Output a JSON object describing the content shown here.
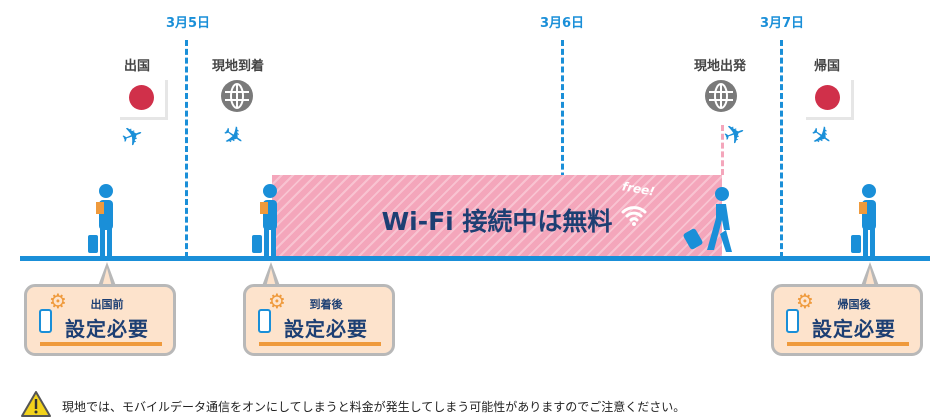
{
  "dates": [
    "3月5日",
    "3月6日",
    "3月7日"
  ],
  "events": {
    "departure": "出国",
    "arrival": "現地到着",
    "local_departure": "現地出発",
    "return": "帰国"
  },
  "free_zone": {
    "text": "Wi-Fi 接続中は無料",
    "badge": "free!"
  },
  "callouts": [
    {
      "timing": "出国前",
      "action": "設定必要"
    },
    {
      "timing": "到着後",
      "action": "設定必要"
    },
    {
      "timing": "帰国後",
      "action": "設定必要"
    }
  ],
  "warning": "現地では、モバイルデータ通信をオンにしてしまうと料金が発生してしまう可能性がありますのでご注意ください。",
  "colors": {
    "accent": "#1a8fd8",
    "pink": "#f4a6bb",
    "navy": "#1d3f73",
    "orange": "#ef9a3c",
    "callout_bg": "#fde3cc"
  }
}
